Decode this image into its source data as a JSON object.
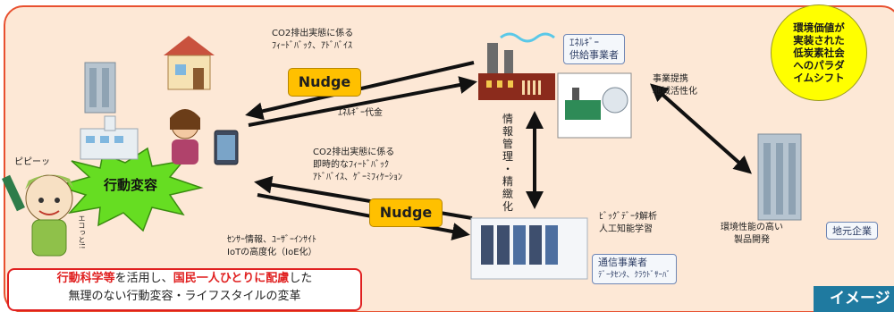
{
  "nudge_top": "Nudge",
  "nudge_bottom": "Nudge",
  "label_co2_feedback": "CO2排出実態に係る\nﾌｨｰﾄﾞﾊﾞｯｸ、ｱﾄﾞﾊﾞｲｽ",
  "label_energy_fee": "ｴﾈﾙｷﾞｰ代金",
  "label_realtime_feedback": "CO2排出実態に係る\n即時的なﾌｨｰﾄﾞﾊﾞｯｸ\nｱﾄﾞﾊﾞｲｽ、ｹﾞｰﾐﾌｨｹｰｼｮﾝ",
  "label_sensor_info": "ｾﾝｻｰ情報、ﾕｰｻﾞｰｲﾝｻｲﾄ\nIoTの高度化（IoE化）",
  "label_energy_supplier": "ｴﾈﾙｷﾞｰ\n供給事業者",
  "label_business_partner": "事業提携\n地域活性化",
  "label_info_manage": "情\n報\n管\n理\n・\n精\n緻\n化",
  "label_bigdata": "ﾋﾞｯｸﾞﾃﾞｰﾀ解析\n人工知能学習",
  "label_telecom_title": "通信事業者",
  "label_telecom_sub": "ﾃﾞｰﾀｾﾝﾀ、ｸﾗｳﾄﾞｻｰﾊﾞ",
  "label_high_perf": "環境性能の高い\n製品開発",
  "label_local_company": "地元企業",
  "label_behavior_change": "行動変容",
  "bubble_text": "環境価値が\n実装された\n低炭素社会\nへのパラダ\nイムシフト",
  "bottom_red1": "行動科学等",
  "bottom_mid": "を活用し、",
  "bottom_red2": "国民一人ひとりに配慮",
  "bottom_end": "した",
  "bottom_line2": "無理のない行動変容・ライフスタイルの変革",
  "character_speech": "ピピーッ",
  "character_badge": "エコっと!!",
  "image_tag": "イメージ",
  "colors": {
    "frame_bg": "#fde8d6",
    "frame_border": "#e8502f",
    "nudge": "#ffc000",
    "bubble": "#ffff00",
    "starburst": "#66dd22",
    "accent_red": "#e02020",
    "tag_blue": "#1f7aa0"
  }
}
